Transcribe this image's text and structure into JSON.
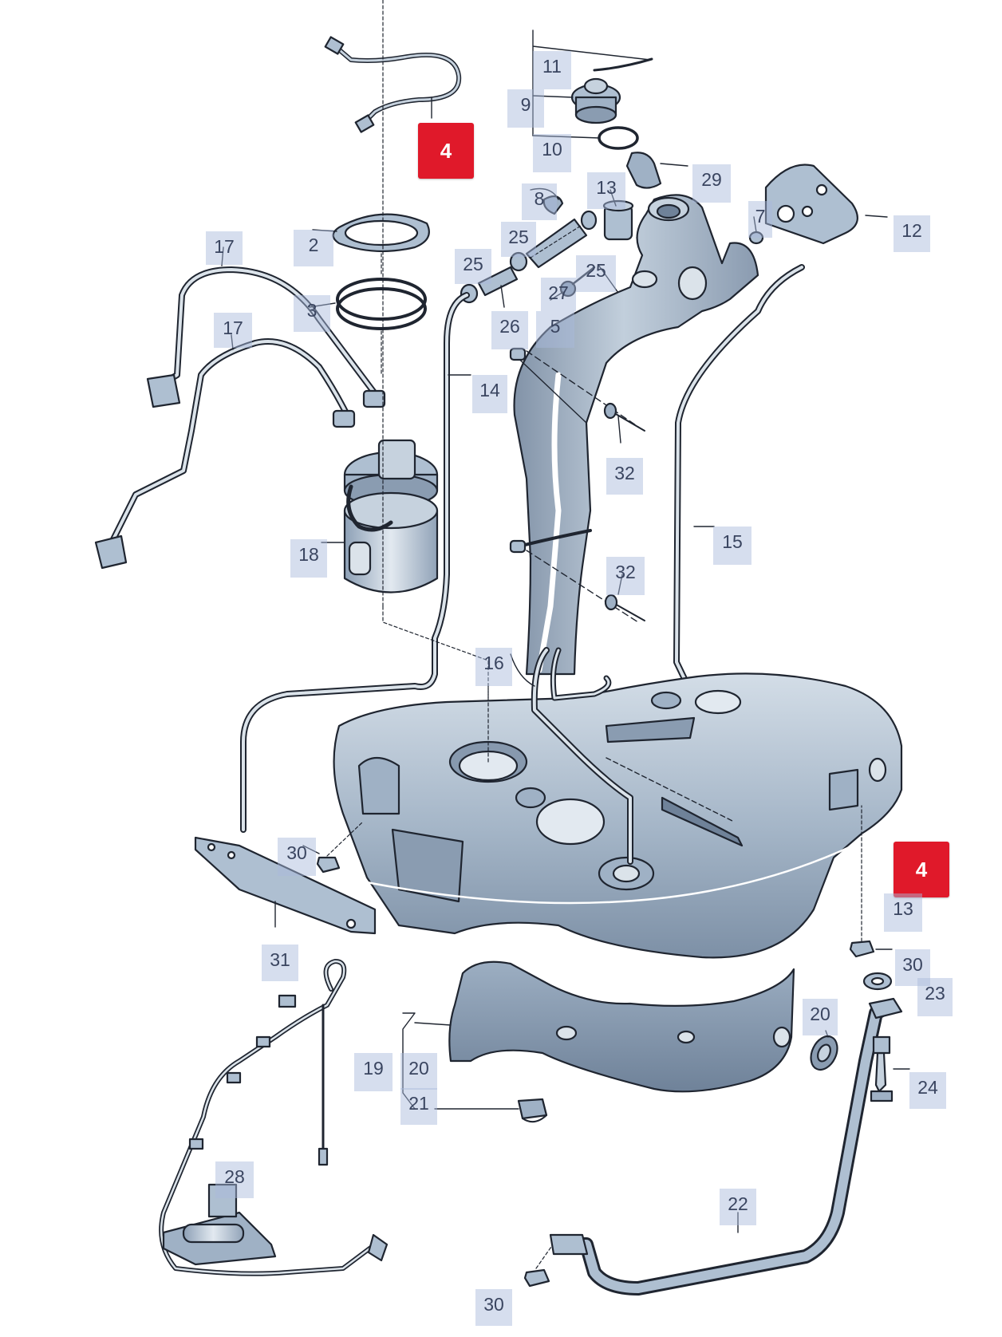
{
  "callouts": [
    {
      "id": "c4a",
      "label": "4",
      "highlighted": true
    },
    {
      "id": "c4b",
      "label": "4",
      "highlighted": true
    },
    {
      "id": "c11",
      "label": "11"
    },
    {
      "id": "c9",
      "label": "9"
    },
    {
      "id": "c10",
      "label": "10"
    },
    {
      "id": "c29",
      "label": "29"
    },
    {
      "id": "c8",
      "label": "8"
    },
    {
      "id": "c13a",
      "label": "13"
    },
    {
      "id": "c7",
      "label": "7"
    },
    {
      "id": "c12",
      "label": "12"
    },
    {
      "id": "c2",
      "label": "2"
    },
    {
      "id": "c17a",
      "label": "17"
    },
    {
      "id": "c17b",
      "label": "17"
    },
    {
      "id": "c3",
      "label": "3"
    },
    {
      "id": "c25a",
      "label": "25"
    },
    {
      "id": "c25b",
      "label": "25"
    },
    {
      "id": "c25c",
      "label": "25"
    },
    {
      "id": "c26",
      "label": "26"
    },
    {
      "id": "c27",
      "label": "27"
    },
    {
      "id": "c5",
      "label": "5"
    },
    {
      "id": "c14",
      "label": "14"
    },
    {
      "id": "c32a",
      "label": "32"
    },
    {
      "id": "c32b",
      "label": "32"
    },
    {
      "id": "c15",
      "label": "15"
    },
    {
      "id": "c18",
      "label": "18"
    },
    {
      "id": "c16",
      "label": "16"
    },
    {
      "id": "c30a",
      "label": "30"
    },
    {
      "id": "c13b",
      "label": "13"
    },
    {
      "id": "c30b",
      "label": "30"
    },
    {
      "id": "c23",
      "label": "23"
    },
    {
      "id": "c31",
      "label": "31"
    },
    {
      "id": "c20a",
      "label": "20"
    },
    {
      "id": "c19",
      "label": "19"
    },
    {
      "id": "c20b",
      "label": "20"
    },
    {
      "id": "c21",
      "label": "21"
    },
    {
      "id": "c24",
      "label": "24"
    },
    {
      "id": "c28",
      "label": "28"
    },
    {
      "id": "c22",
      "label": "22"
    },
    {
      "id": "c30c",
      "label": "30"
    }
  ],
  "colors": {
    "part_fill": "#aebfd1",
    "part_dark": "#7f92a8",
    "outline": "#1f2530",
    "callout_bg": "#aabadc",
    "callout_text": "#3a4560",
    "highlight": "#e0192a"
  }
}
